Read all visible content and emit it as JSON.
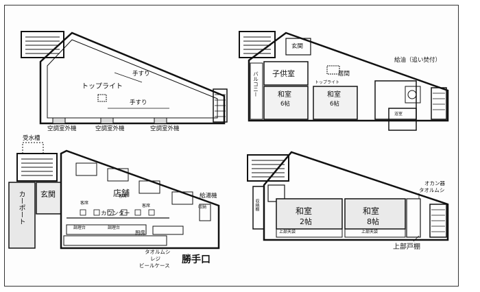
{
  "plans": {
    "roof": {
      "toplight": "トップライト",
      "handrail_a": "手すり",
      "handrail_b": "手すり",
      "ac_units": [
        "空調室外機",
        "空調室外機",
        "空調室外機"
      ]
    },
    "second_floor": {
      "entrance": "玄関",
      "kids_room": "子供室",
      "living": "居間",
      "toplight": "トップライト",
      "balcony": "バルコニー",
      "washitsu_a": "和室",
      "washitsu_a_size": "6帖",
      "washitsu_b": "和室",
      "washitsu_b_size": "6帖",
      "oil_supply": "給油（追い焚付）",
      "bath": "浴室"
    },
    "first_floor": {
      "water_tank": "受水槽",
      "carport": "カーポート",
      "entrance": "玄関",
      "shop": "店舗",
      "counter": "カウンター",
      "kitchen": "厨房",
      "water_heater": "給湯機",
      "receipt": "収納",
      "towel_register": [
        "タオルムシ",
        "レジ",
        "ビールケース"
      ],
      "back_door": "勝手口",
      "prep": [
        "調理台",
        "調理台"
      ],
      "seats": [
        "客席",
        "客席",
        "客席"
      ]
    },
    "third_floor": {
      "storage": "収納棚",
      "washitsu_a": "和室",
      "washitsu_a_size": "2帖",
      "washitsu_b": "和室",
      "washitsu_b_size": "8帖",
      "upper_cabinet": "上部戸棚",
      "steamer": [
        "オカン器",
        "タオルムシ"
      ],
      "closets": [
        "上部天袋",
        "上部天袋"
      ]
    }
  }
}
